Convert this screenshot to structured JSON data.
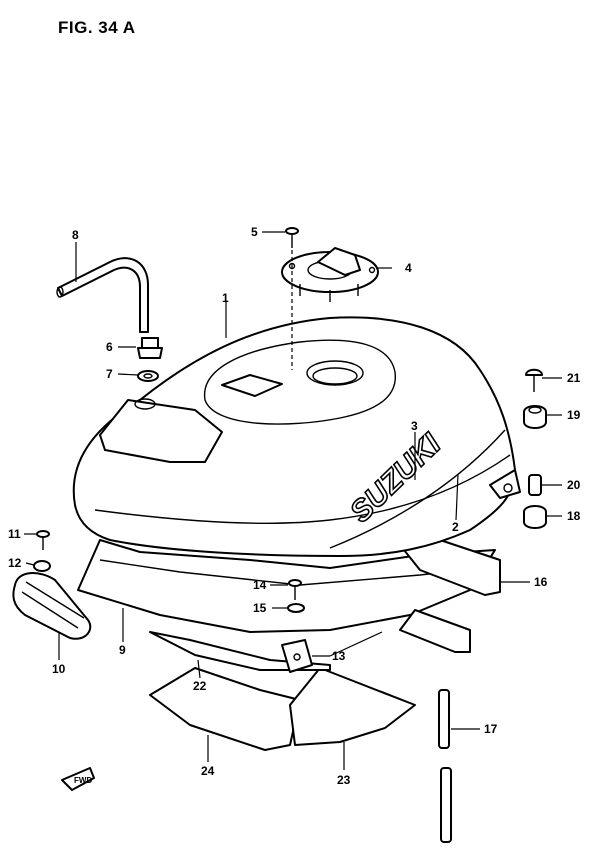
{
  "figure": {
    "title": "FIG. 34 A"
  },
  "brand_text": "SUZUKI",
  "direction_label": "FWD",
  "callouts": [
    "1",
    "2",
    "3",
    "4",
    "5",
    "6",
    "7",
    "8",
    "9",
    "10",
    "11",
    "12",
    "13",
    "14",
    "15",
    "16",
    "17",
    "18",
    "19",
    "20",
    "21",
    "22",
    "23",
    "24"
  ]
}
